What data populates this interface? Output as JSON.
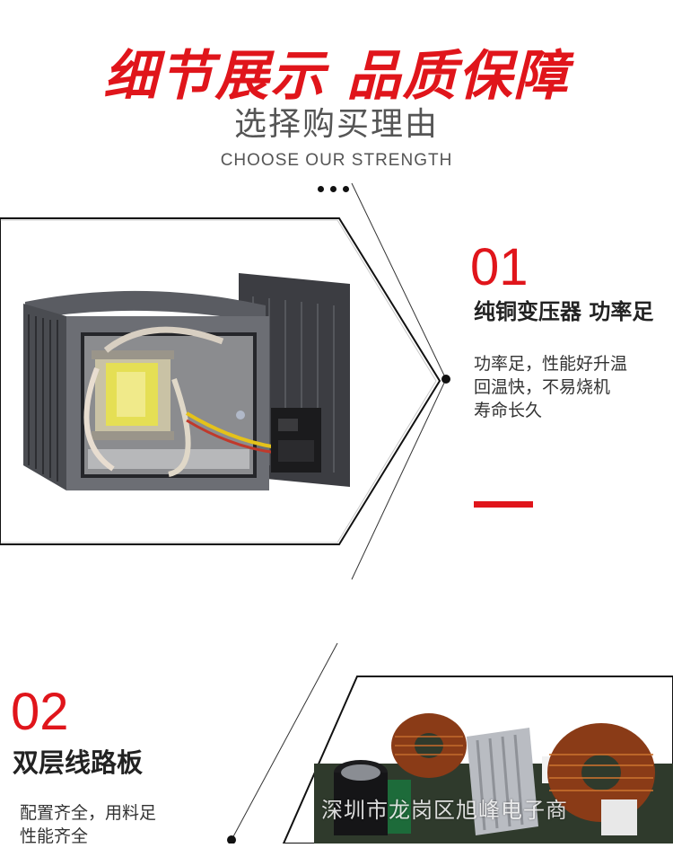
{
  "header": {
    "title": "细节展示 品质保障",
    "subtitle": "选择购买理由",
    "subtitle_en": "CHOOSE OUR STRENGTH"
  },
  "features": [
    {
      "number": "01",
      "title": "纯铜变压器  功率足",
      "desc_lines": [
        "功率足，性能好升温",
        "回温快，不易烧机",
        "寿命长久"
      ]
    },
    {
      "number": "02",
      "title": "双层线路板",
      "desc_lines": [
        "配置齐全，用料足",
        "性能齐全"
      ]
    }
  ],
  "watermark": "深圳市龙岗区旭峰电子商",
  "colors": {
    "accent": "#e0151b",
    "text": "#222222"
  }
}
